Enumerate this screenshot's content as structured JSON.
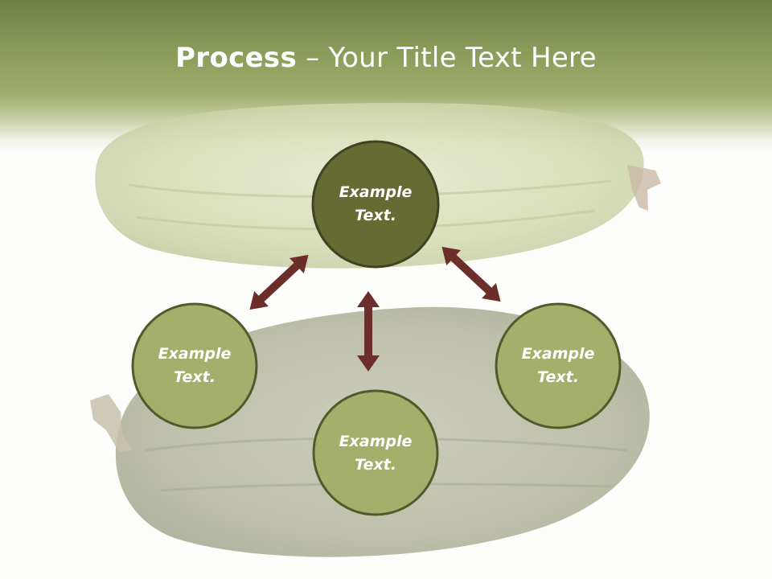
{
  "title": {
    "bold": "Process",
    "separator": " – ",
    "rest": "Your Title Text Here"
  },
  "nodes": [
    {
      "id": "top",
      "line1": "Example",
      "line2": "Text."
    },
    {
      "id": "left",
      "line1": "Example",
      "line2": "Text."
    },
    {
      "id": "bottom",
      "line1": "Example",
      "line2": "Text."
    },
    {
      "id": "right",
      "line1": "Example",
      "line2": "Text."
    }
  ],
  "colors": {
    "center_fill": "#666a33",
    "node_fill": "#a4af6c",
    "node_stroke": "#525a2c",
    "arrow": "#6b2e2a"
  },
  "icons": {
    "background": "cocoa-pods-photo",
    "connectors": "double-arrow-icon"
  }
}
